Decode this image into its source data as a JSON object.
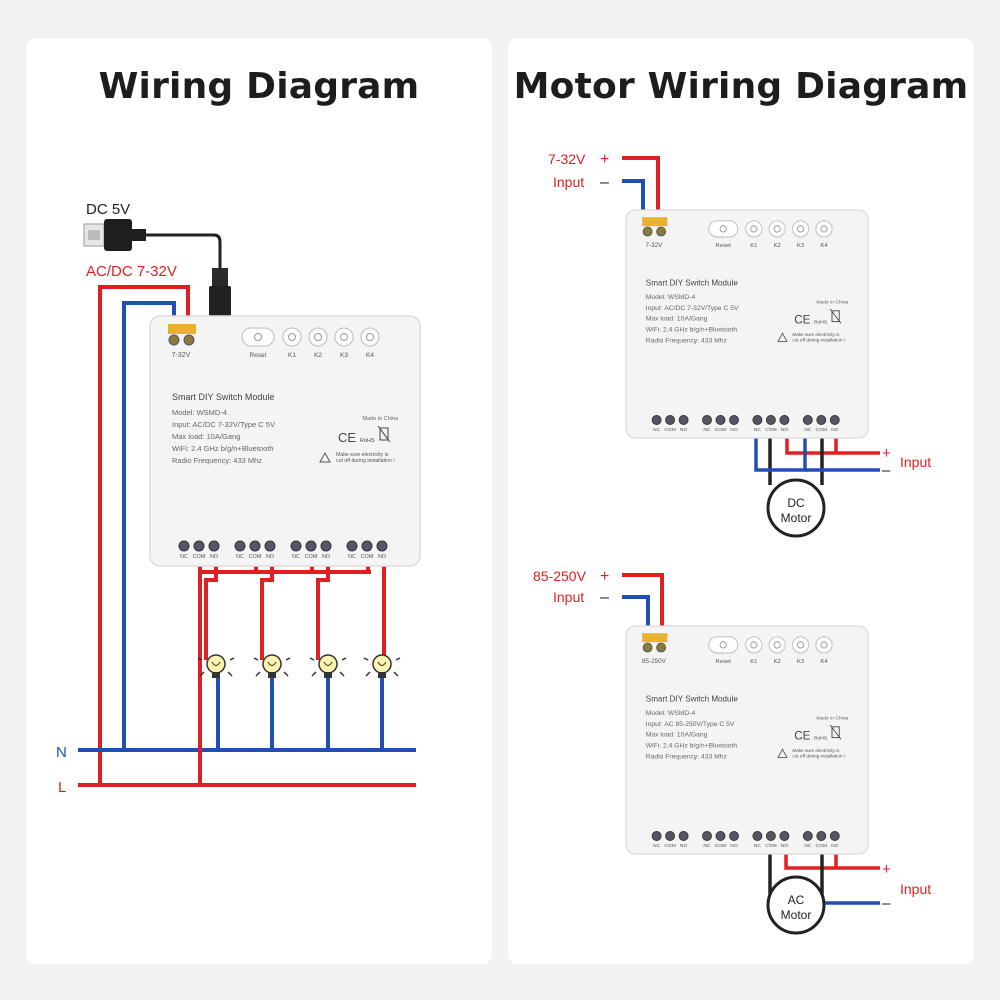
{
  "left_panel": {
    "title": "Wiring Diagram",
    "dc_label": "DC 5V",
    "acdc_label": "AC/DC 7-32V",
    "line_n": "N",
    "line_l": "L"
  },
  "right_panel": {
    "title": "Motor Wiring Diagram",
    "dc_in_voltage": "7-32V",
    "dc_in_label": "Input",
    "dc_out_label": "Input",
    "dc_motor": [
      "DC",
      "Motor"
    ],
    "ac_in_voltage": "85-250V",
    "ac_in_label": "Input",
    "ac_out_label": "Input",
    "ac_motor": [
      "AC",
      "Motor"
    ],
    "plus": "+",
    "minus": "–"
  },
  "module": {
    "name": "Smart DIY Switch Module",
    "model": "Model: WSMD-4",
    "load": "Max load: 10A/Gang",
    "wifi": "WiFi: 2.4 GHz b/g/n+Bluetooth",
    "radio": "Radio Frequency: 433 Mhz",
    "made": "Made in China",
    "warning": [
      "Make sure electricity is",
      "cut off during installation !"
    ],
    "buttons": [
      "Reset",
      "K1",
      "K2",
      "K3",
      "K4"
    ],
    "terminals": [
      "NC",
      "COM",
      "NO"
    ],
    "ce": "CE",
    "rohs": "RoHS"
  },
  "modules": [
    {
      "input": "Input: AC/DC 7-32V/Type C 5V",
      "voltage": "7-32V"
    },
    {
      "input": "Input: AC/DC 7-32V/Type C 5V",
      "voltage": "7-32V"
    },
    {
      "input": "Input: AC 85-250V/Type C 5V",
      "voltage": "85-250V"
    }
  ],
  "colors": {
    "red": "#e02020",
    "blue": "#1f4fb0",
    "black": "#222222",
    "module_bg": "#f4f4f4",
    "terminal_yellow": "#e8b22e"
  }
}
